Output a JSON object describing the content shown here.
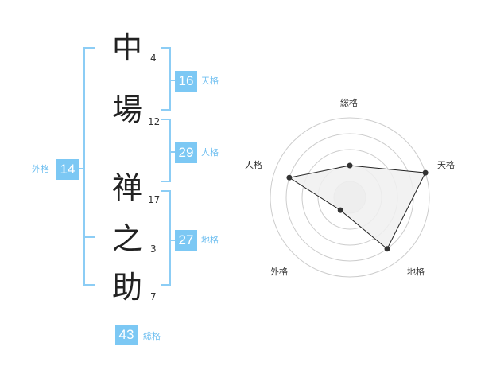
{
  "name": {
    "characters": [
      {
        "char": "中",
        "strokes": "4"
      },
      {
        "char": "場",
        "strokes": "12"
      },
      {
        "char": "禅",
        "strokes": "17"
      },
      {
        "char": "之",
        "strokes": "3"
      },
      {
        "char": "助",
        "strokes": "7"
      }
    ]
  },
  "fortune": {
    "tenkaku": {
      "label": "天格",
      "value": "16"
    },
    "jinkaku": {
      "label": "人格",
      "value": "29"
    },
    "chikaku": {
      "label": "地格",
      "value": "27"
    },
    "gaikaku": {
      "label": "外格",
      "value": "14"
    },
    "soukaku": {
      "label": "総格",
      "value": "43"
    }
  },
  "radar": {
    "axes": [
      "総格",
      "天格",
      "地格",
      "外格",
      "人格"
    ],
    "levels": 5,
    "values": [
      2,
      5,
      4,
      1,
      4
    ],
    "colors": {
      "grid": "#cccccc",
      "fill": "#f0f0f0",
      "line": "#222222",
      "point": "#333333"
    }
  },
  "colors": {
    "accent": "#7cc8f4",
    "bracket": "#8ccdf5",
    "accent_text": "#6fbff0"
  }
}
